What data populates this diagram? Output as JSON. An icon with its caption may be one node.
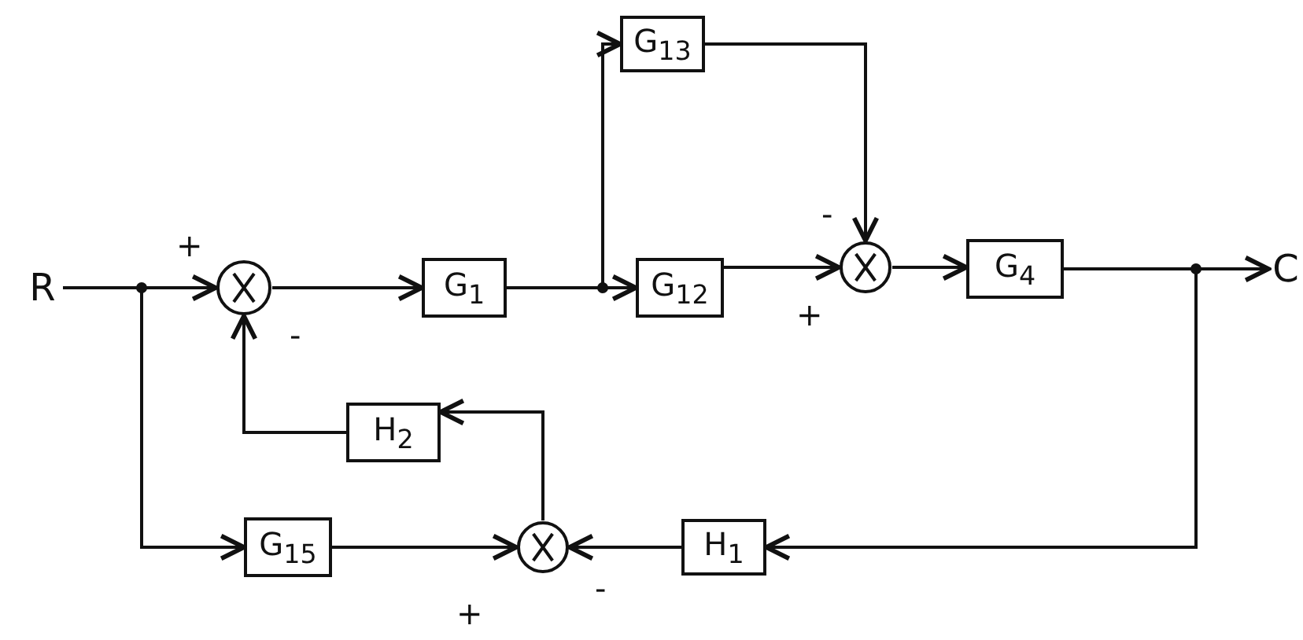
{
  "diagram": {
    "nodes": [
      {
        "text": [
          "R"
        ]
      },
      {
        "text": [],
        "shape": "circle"
      },
      {
        "text": [
          "G$_{1}$"
        ]
      },
      {
        "text": [
          "G$_{13}$"
        ]
      },
      {
        "text": [
          "G$_{12}$"
        ]
      },
      {
        "text": [],
        "shape": "circle"
      },
      {
        "text": [
          "G$_{4}$"
        ]
      },
      {
        "text": [
          "C"
        ]
      },
      {
        "text": [
          "H$_{2}$"
        ]
      },
      {
        "text": [
          "G$_{15}$"
        ]
      },
      {
        "text": [],
        "shape": "circle"
      },
      {
        "text": [
          "H$_{1}$"
        ]
      }
    ],
    "edges": [
      {
        "from": 0,
        "to": 1,
        "arrow": "to"
      },
      {
        "from": 0,
        "to": 9,
        "arrow": "to"
      },
      {
        "from": 1,
        "to": 2,
        "arrow": "to"
      },
      {
        "from": 2,
        "to": 4,
        "arrow": "to"
      },
      {
        "from": 2,
        "to": 3,
        "arrow": "to"
      },
      {
        "from": 3,
        "to": 5,
        "arrow": "to"
      },
      {
        "from": 4,
        "to": 5,
        "arrow": "to"
      },
      {
        "from": 5,
        "to": 6,
        "arrow": "to"
      },
      {
        "from": 6,
        "to": 7,
        "arrow": "to"
      },
      {
        "from": 6,
        "to": 11,
        "arrow": "to"
      },
      {
        "from": 11,
        "to": 10,
        "arrow": "to"
      },
      {
        "from": 9,
        "to": 10,
        "arrow": "to"
      },
      {
        "from": 10,
        "to": 8,
        "arrow": "to"
      },
      {
        "from": 8,
        "to": 1,
        "arrow": "to"
      }
    ],
    "labels": [
      "+",
      "-",
      "-",
      "+",
      "-",
      "+"
    ]
  }
}
